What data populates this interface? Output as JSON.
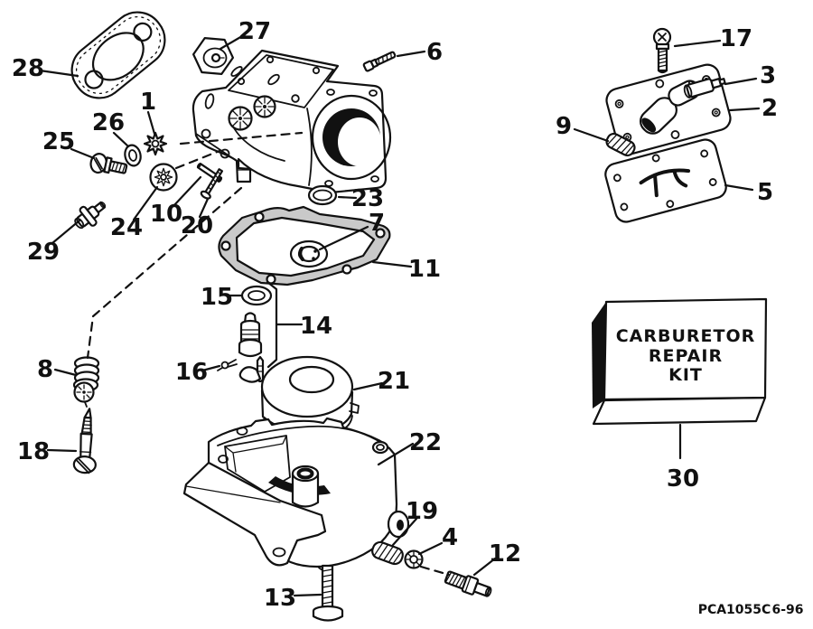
{
  "canvas": {
    "background": "#ffffff",
    "ink": "#111111"
  },
  "callouts": {
    "c1": "1",
    "c2": "2",
    "c3": "3",
    "c4": "4",
    "c5": "5",
    "c6": "6",
    "c7": "7",
    "c8": "8",
    "c9": "9",
    "c10": "10",
    "c11": "11",
    "c12": "12",
    "c13": "13",
    "c14": "14",
    "c15": "15",
    "c16": "16",
    "c17": "17",
    "c18": "18",
    "c19": "19",
    "c20": "20",
    "c21": "21",
    "c22": "22",
    "c23": "23",
    "c24": "24",
    "c25": "25",
    "c26": "26",
    "c27": "27",
    "c28": "28",
    "c29": "29",
    "c30": "30"
  },
  "kit_box": {
    "lines": [
      "CARBURETOR",
      "REPAIR",
      "KIT"
    ]
  },
  "footer": {
    "code": "PCA1055C",
    "date": "6-96"
  }
}
